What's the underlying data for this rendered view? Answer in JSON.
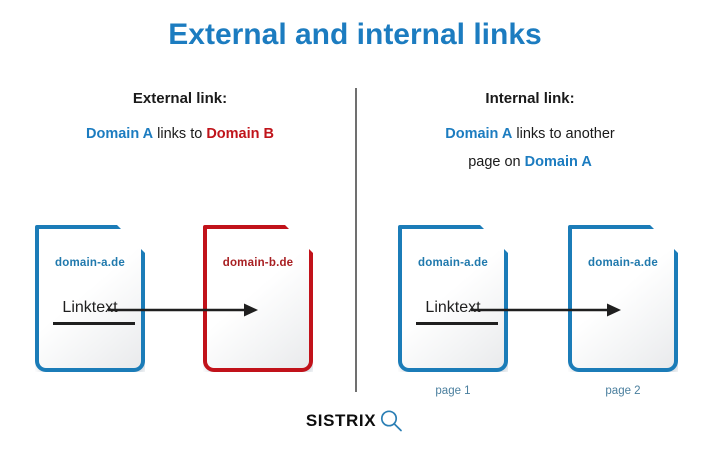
{
  "title": "External and internal links",
  "divider": {
    "color": "#707070"
  },
  "colors": {
    "title_blue": "#1c7cc0",
    "doc_blue_border": "#1b7cb8",
    "doc_red_border": "#c1121a",
    "domain_blue_text": "#2079ad",
    "domain_red_text": "#a81f22",
    "page_label_blue": "#4a7f9e",
    "arrow_black": "#1f1f1f"
  },
  "left": {
    "heading": "External link:",
    "sub_part1": "Domain A",
    "sub_part2": " links to ",
    "sub_part3": "Domain B",
    "source_doc": {
      "domain": "domain-a.de",
      "linktext": "Linktext"
    },
    "target_doc": {
      "domain": "domain-b.de"
    }
  },
  "right": {
    "heading": "Internal link:",
    "sub_line1_part1": "Domain A",
    "sub_line1_part2": " links to another",
    "sub_line2_part1": "page on ",
    "sub_line2_part2": "Domain A",
    "source_doc": {
      "domain": "domain-a.de",
      "linktext": "Linktext",
      "page_label": "page 1"
    },
    "target_doc": {
      "domain": "domain-a.de",
      "page_label": "page 2"
    }
  },
  "footer": {
    "logo_text": "SISTRIX",
    "logo_icon": "magnifying-glass-icon"
  }
}
